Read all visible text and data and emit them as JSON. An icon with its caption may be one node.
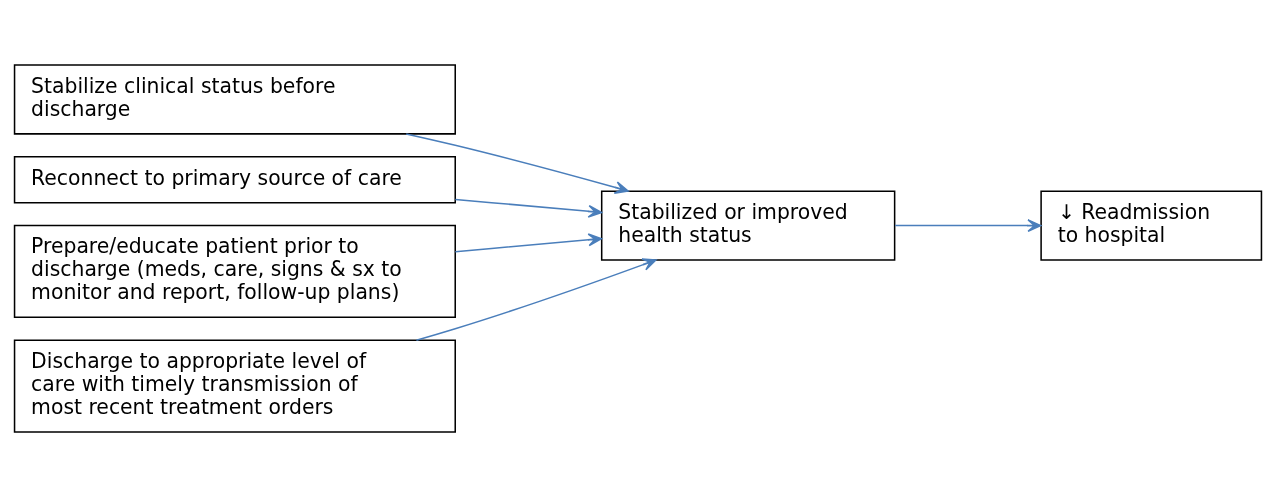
{
  "diagram": {
    "nodes": [
      {
        "text": [
          "Stabilize clinical status before discharge"
        ]
      },
      {
        "text": [
          "Reconnect to primary source of care"
        ]
      },
      {
        "text": [
          "Prepare/educate patient prior to discharge (meds, care, signs & sx to monitor and report, follow-up plans)"
        ]
      },
      {
        "text": [
          "Discharge to appropriate level of care with timely transmission of most recent treatment orders"
        ]
      },
      {
        "text": [
          "Stabilized or improved health status"
        ]
      },
      {
        "text": [
          "↓ Readmission to hospital"
        ]
      }
    ],
    "edges": [
      {
        "from": 0,
        "to": 4,
        "arrow": "to"
      },
      {
        "from": 1,
        "to": 4,
        "arrow": "to"
      },
      {
        "from": 2,
        "to": 4,
        "arrow": "to"
      },
      {
        "from": 3,
        "to": 4,
        "arrow": "to"
      },
      {
        "from": 4,
        "to": 5,
        "arrow": "to"
      }
    ]
  }
}
